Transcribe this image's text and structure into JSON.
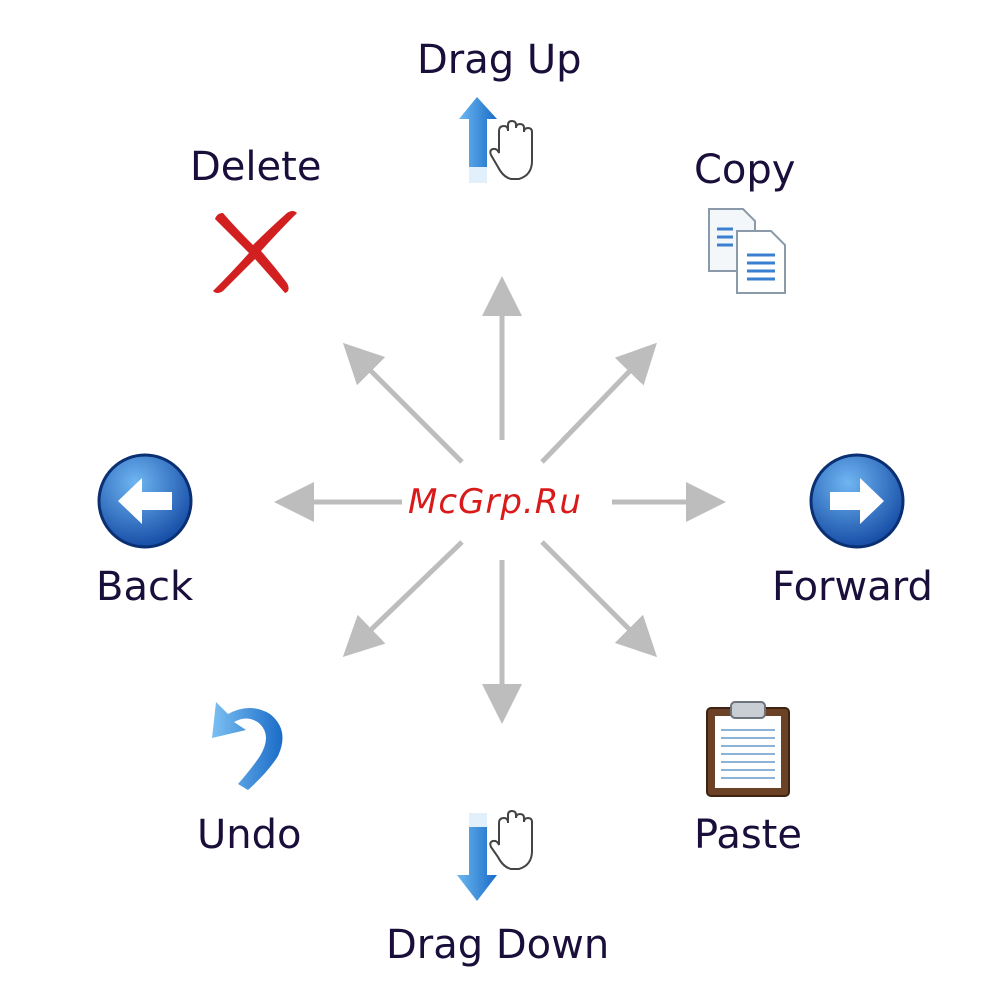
{
  "gestures": {
    "drag_up": "Drag Up",
    "copy": "Copy",
    "forward": "Forward",
    "paste": "Paste",
    "drag_down": "Drag Down",
    "undo": "Undo",
    "back": "Back",
    "delete": "Delete"
  },
  "watermark": "McGrp.Ru",
  "icons": {
    "drag_up": "drag-up-hand-icon",
    "copy": "copy-icon",
    "forward": "forward-arrow-icon",
    "paste": "paste-clipboard-icon",
    "drag_down": "drag-down-hand-icon",
    "undo": "undo-icon",
    "back": "back-arrow-icon",
    "delete": "delete-x-icon"
  },
  "colors": {
    "label": "#1a0e3a",
    "arrow": "#bdbdbd",
    "accent_blue": "#1e6fd0",
    "delete_red": "#d22020",
    "watermark": "#d91a1a"
  }
}
